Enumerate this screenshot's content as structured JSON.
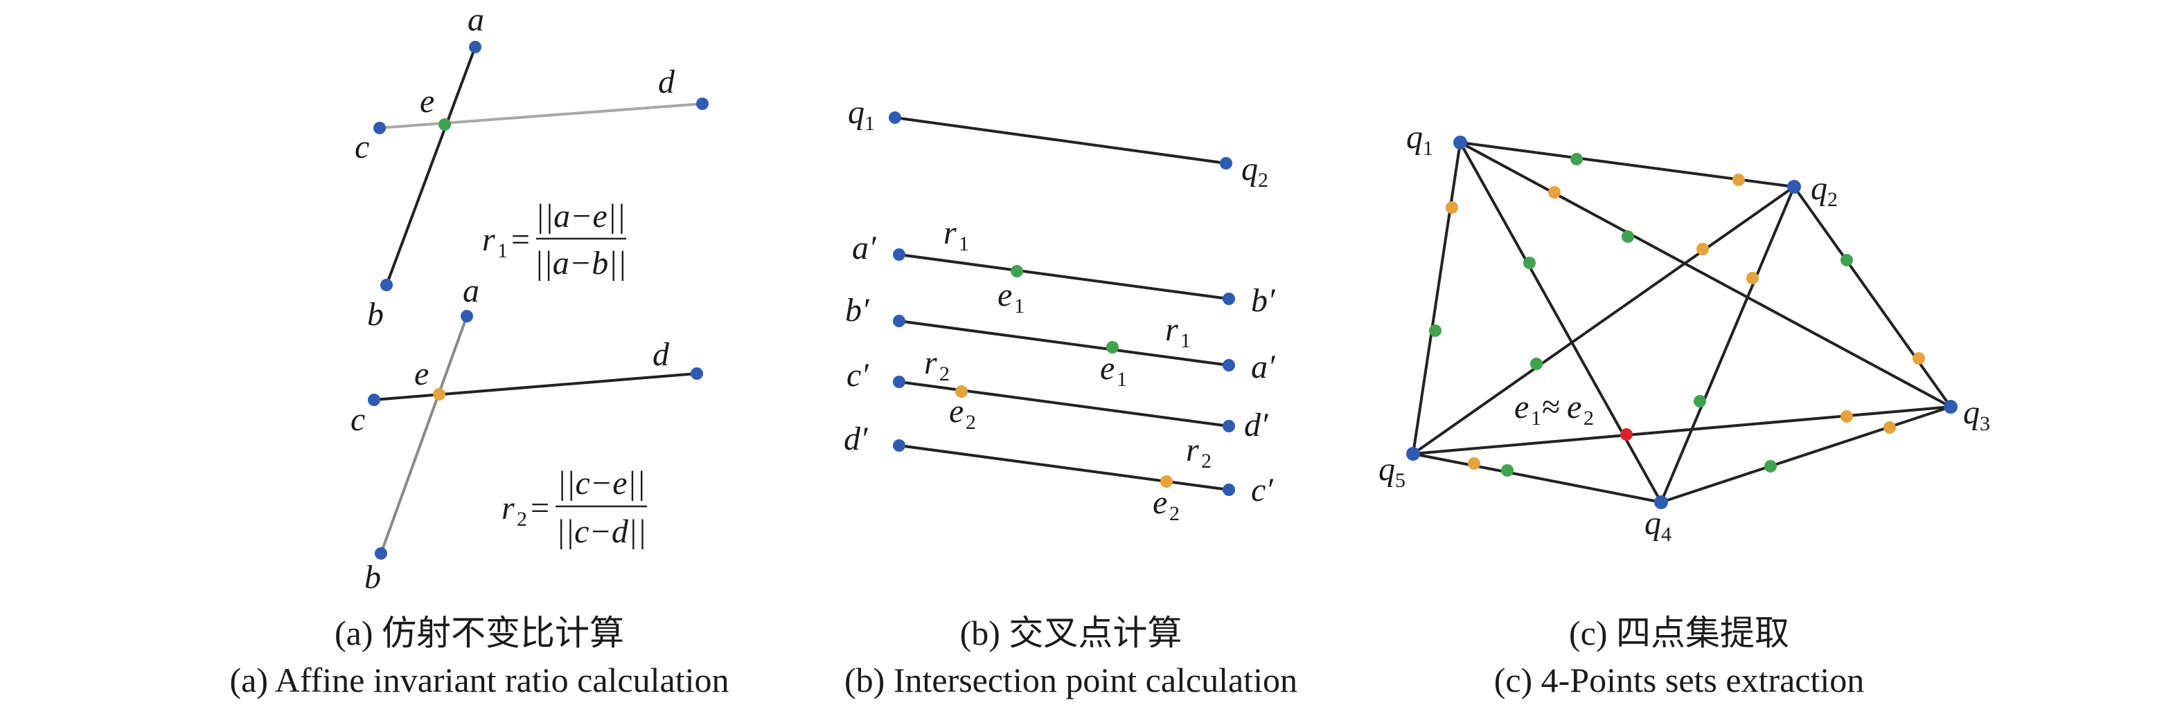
{
  "colors": {
    "blue": "#2f5bb3",
    "green": "#3fa34d",
    "orange": "#e6a23c",
    "red": "#d8222a"
  },
  "panel_a": {
    "top": {
      "a": "a",
      "b": "b",
      "c": "c",
      "d": "d",
      "e": "e"
    },
    "bottom": {
      "a": "a",
      "b": "b",
      "c": "c",
      "d": "d",
      "e": "e"
    },
    "formula1": {
      "lhs": "r",
      "lhs_sub": "1",
      "eq": "=",
      "num": "||a−e||",
      "den": "||a−b||"
    },
    "formula2": {
      "lhs": "r",
      "lhs_sub": "2",
      "eq": "=",
      "num": "||c−e||",
      "den": "||c−d||"
    },
    "caption_cn": "(a) 仿射不变比计算",
    "caption_en": "(a) Affine invariant ratio calculation"
  },
  "panel_b": {
    "q1": "q",
    "q1_sub": "1",
    "q2": "q",
    "q2_sub": "2",
    "a_prime": "a′",
    "b_prime": "b′",
    "c_prime": "c′",
    "d_prime": "d′",
    "r": "r",
    "r1_sub": "1",
    "r2_sub": "2",
    "e": "e",
    "e1_sub": "1",
    "e2_sub": "2",
    "caption_cn": "(b) 交叉点计算",
    "caption_en": "(b) Intersection point calculation"
  },
  "panel_c": {
    "q": "q",
    "q1_sub": "1",
    "q2_sub": "2",
    "q3_sub": "3",
    "q4_sub": "4",
    "q5_sub": "5",
    "approx": {
      "e": "e",
      "sub1": "1",
      "sym": "≈",
      "sub2": "2"
    },
    "caption_cn": "(c) 四点集提取",
    "caption_en": "(c) 4-Points sets extraction"
  }
}
